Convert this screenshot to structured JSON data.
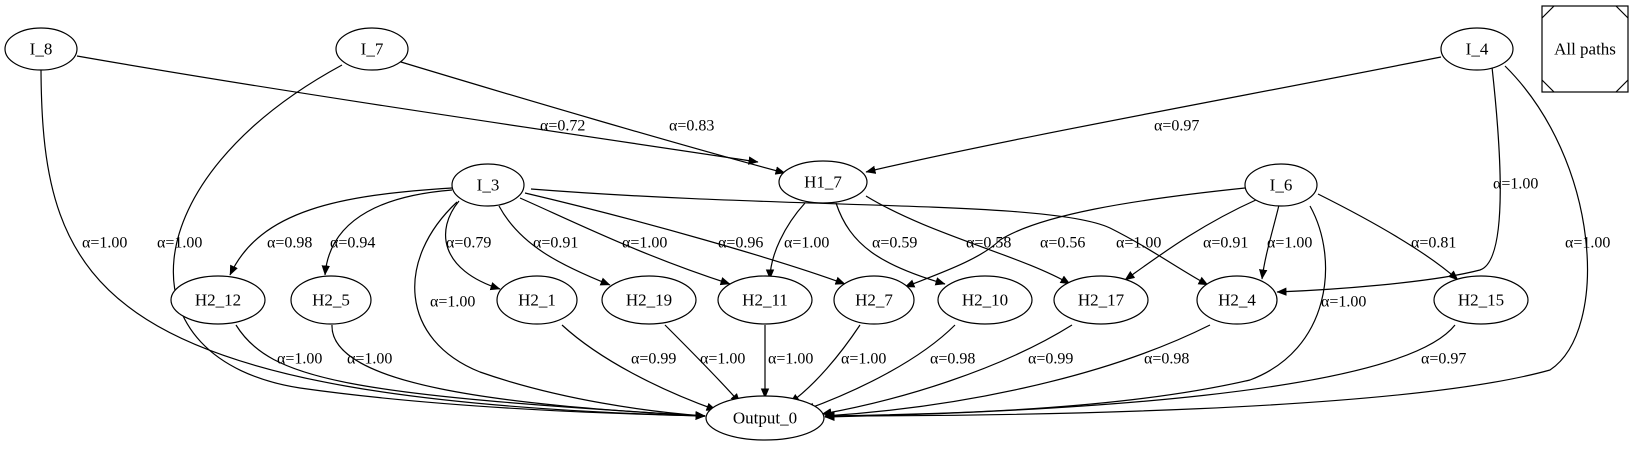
{
  "legend": {
    "label": "All paths"
  },
  "nodes": [
    {
      "id": "I_8",
      "label": "I_8"
    },
    {
      "id": "I_7",
      "label": "I_7"
    },
    {
      "id": "I_4",
      "label": "I_4"
    },
    {
      "id": "I_3",
      "label": "I_3"
    },
    {
      "id": "I_6",
      "label": "I_6"
    },
    {
      "id": "H1_7",
      "label": "H1_7"
    },
    {
      "id": "H2_12",
      "label": "H2_12"
    },
    {
      "id": "H2_5",
      "label": "H2_5"
    },
    {
      "id": "H2_1",
      "label": "H2_1"
    },
    {
      "id": "H2_19",
      "label": "H2_19"
    },
    {
      "id": "H2_11",
      "label": "H2_11"
    },
    {
      "id": "H2_7",
      "label": "H2_7"
    },
    {
      "id": "H2_10",
      "label": "H2_10"
    },
    {
      "id": "H2_17",
      "label": "H2_17"
    },
    {
      "id": "H2_4",
      "label": "H2_4"
    },
    {
      "id": "H2_15",
      "label": "H2_15"
    },
    {
      "id": "Output_0",
      "label": "Output_0"
    }
  ],
  "edges": [
    {
      "from": "I_8",
      "to": "H1_7",
      "label": "α=0.72"
    },
    {
      "from": "I_8",
      "to": "Output_0",
      "label": "α=1.00"
    },
    {
      "from": "I_7",
      "to": "H1_7",
      "label": "α=0.83"
    },
    {
      "from": "I_7",
      "to": "Output_0",
      "label": "α=1.00"
    },
    {
      "from": "I_4",
      "to": "H1_7",
      "label": "α=0.97"
    },
    {
      "from": "I_4",
      "to": "H2_4",
      "label": "α=1.00"
    },
    {
      "from": "I_4",
      "to": "Output_0",
      "label": "α=1.00"
    },
    {
      "from": "I_3",
      "to": "H2_12",
      "label": "α=0.98"
    },
    {
      "from": "I_3",
      "to": "H2_5",
      "label": "α=0.94"
    },
    {
      "from": "I_3",
      "to": "H2_1",
      "label": "α=0.79"
    },
    {
      "from": "I_3",
      "to": "H2_19",
      "label": "α=0.91"
    },
    {
      "from": "I_3",
      "to": "H2_11",
      "label": "α=1.00"
    },
    {
      "from": "I_3",
      "to": "H2_7",
      "label": "α=0.96"
    },
    {
      "from": "I_3",
      "to": "H2_4",
      "label": "α=1.00"
    },
    {
      "from": "I_3",
      "to": "Output_0",
      "label": "α=1.00"
    },
    {
      "from": "H1_7",
      "to": "H2_11",
      "label": "α=1.00"
    },
    {
      "from": "H1_7",
      "to": "H2_10",
      "label": "α=0.59"
    },
    {
      "from": "H1_7",
      "to": "H2_17",
      "label": "α=0.58"
    },
    {
      "from": "I_6",
      "to": "H2_7",
      "label": "α=0.56"
    },
    {
      "from": "I_6",
      "to": "H2_17",
      "label": "α=0.91"
    },
    {
      "from": "I_6",
      "to": "H2_4",
      "label": "α=1.00"
    },
    {
      "from": "I_6",
      "to": "H2_15",
      "label": "α=0.81"
    },
    {
      "from": "I_6",
      "to": "Output_0",
      "label": "α=1.00"
    },
    {
      "from": "H2_12",
      "to": "Output_0",
      "label": "α=1.00"
    },
    {
      "from": "H2_5",
      "to": "Output_0",
      "label": "α=1.00"
    },
    {
      "from": "H2_1",
      "to": "Output_0",
      "label": "α=0.99"
    },
    {
      "from": "H2_19",
      "to": "Output_0",
      "label": "α=1.00"
    },
    {
      "from": "H2_11",
      "to": "Output_0",
      "label": "α=1.00"
    },
    {
      "from": "H2_7",
      "to": "Output_0",
      "label": "α=1.00"
    },
    {
      "from": "H2_10",
      "to": "Output_0",
      "label": "α=0.98"
    },
    {
      "from": "H2_17",
      "to": "Output_0",
      "label": "α=0.99"
    },
    {
      "from": "H2_4",
      "to": "Output_0",
      "label": "α=0.98"
    },
    {
      "from": "H2_15",
      "to": "Output_0",
      "label": "α=0.97"
    }
  ]
}
